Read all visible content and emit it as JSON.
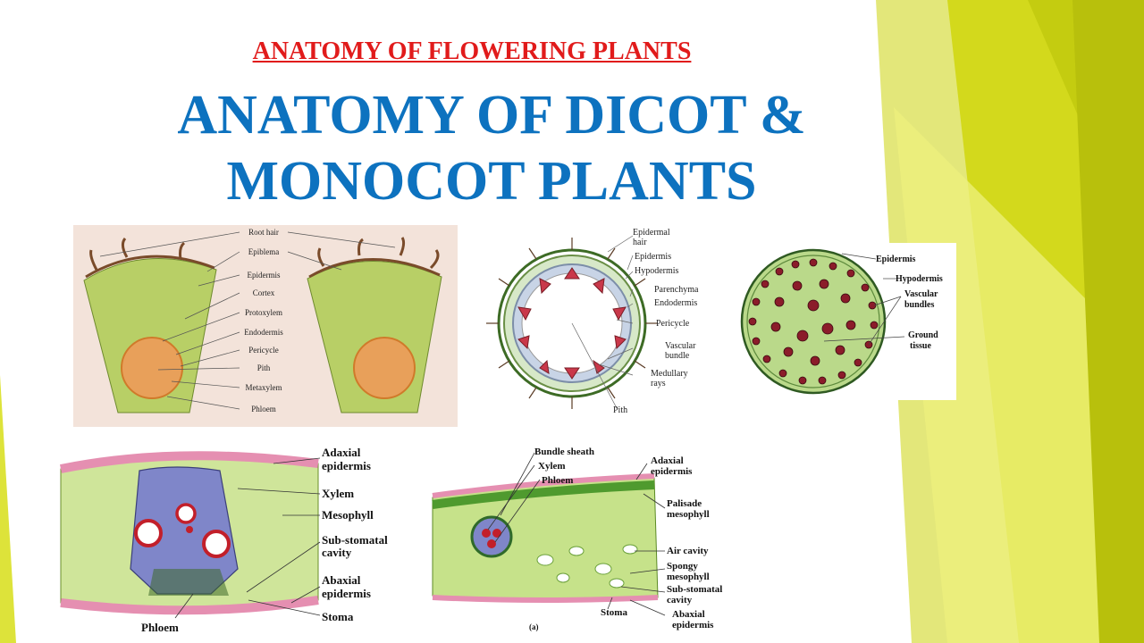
{
  "slide": {
    "subtitle": "ANATOMY OF FLOWERING PLANTS",
    "title_line1": "ANATOMY OF DICOT &",
    "title_line2": "MONOCOT PLANTS"
  },
  "colors": {
    "subtitle": "#e11b1b",
    "title": "#0d72bf",
    "deco_yellow": "#d6dc1a",
    "deco_light": "#eef08a",
    "cell_green": "#b9d36b",
    "epidermis_pink": "#e58fb1",
    "xylem_red": "#c21f2a",
    "phloem_blue": "#7f86c9"
  },
  "root_diagram": {
    "labels": [
      "Root hair",
      "Epiblema",
      "Epidermis",
      "Cortex",
      "Protoxylem",
      "Endodermis",
      "Pericycle",
      "Pith",
      "Metaxylem",
      "Phloem"
    ]
  },
  "dicot_stem_diagram": {
    "labels": [
      "Epidermal",
      "hair",
      "Epidermis",
      "Hypodermis",
      "Parenchyma",
      "Endodermis",
      "Pericycle",
      "Vascular",
      "bundle",
      "Medullary",
      "rays",
      "Pith"
    ]
  },
  "monocot_stem_diagram": {
    "labels": [
      "Epidermis",
      "Hypodermis",
      "Vascular",
      "bundles",
      "Ground",
      "tissue"
    ]
  },
  "monocot_leaf_diagram": {
    "labels": [
      "Adaxial",
      "epidermis",
      "Xylem",
      "Mesophyll",
      "Sub-stomatal",
      "cavity",
      "Abaxial",
      "epidermis",
      "Stoma",
      "Phloem"
    ]
  },
  "dicot_leaf_diagram": {
    "labels": [
      "Bundle sheath",
      "Xylem",
      "Phloem",
      "Adaxial",
      "epidermis",
      "Palisade",
      "mesophyll",
      "Air cavity",
      "Spongy",
      "mesophyll",
      "Sub-stomatal",
      "cavity",
      "Stoma",
      "Abaxial",
      "epidermis",
      "(a)"
    ]
  }
}
